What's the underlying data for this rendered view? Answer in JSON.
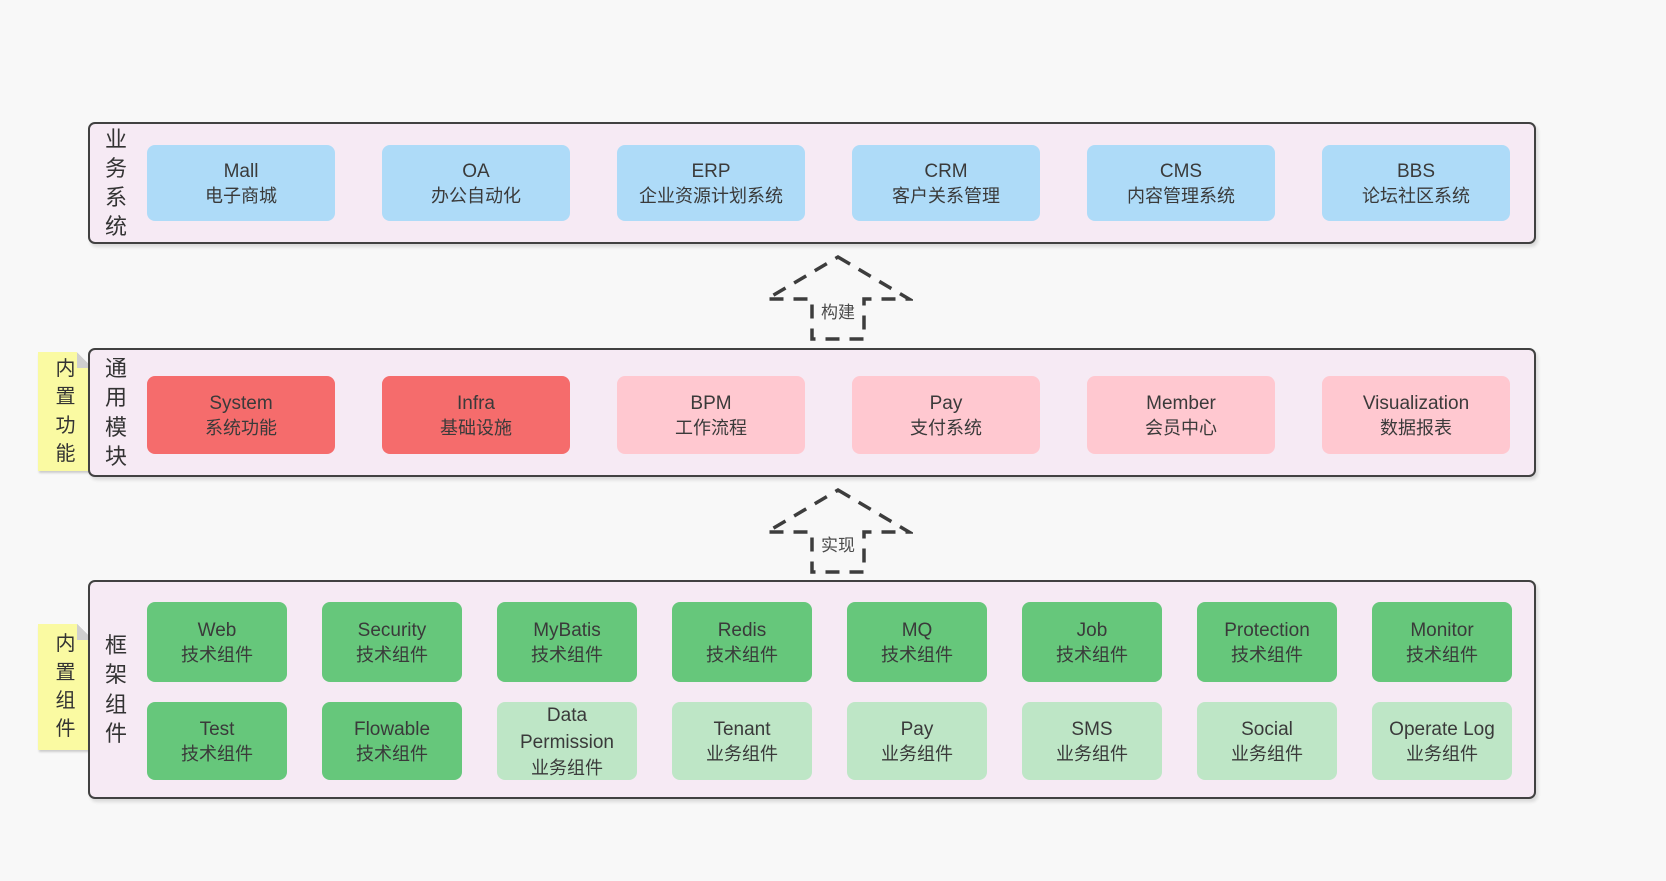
{
  "colors": {
    "page_bg": "#f8f8f8",
    "panel_bg": "#f6eaf4",
    "panel_border": "#414141",
    "blue_box": "#aedbf8",
    "red_box": "#f56c6c",
    "pink_box": "#ffc8d0",
    "green_box": "#66c77b",
    "light_green_box": "#bee6c6",
    "note_bg": "#fafaa2",
    "note_fold": "#cfcfcf",
    "text": "#3a3a3a"
  },
  "business_panel": {
    "side_label": "业务系统",
    "boxes": [
      {
        "name": "Mall",
        "subtitle": "电子商城"
      },
      {
        "name": "OA",
        "subtitle": "办公自动化"
      },
      {
        "name": "ERP",
        "subtitle": "企业资源计划系统"
      },
      {
        "name": "CRM",
        "subtitle": "客户关系管理"
      },
      {
        "name": "CMS",
        "subtitle": "内容管理系统"
      },
      {
        "name": "BBS",
        "subtitle": "论坛社区系统"
      }
    ]
  },
  "build_arrow": {
    "label": "构建"
  },
  "modules_panel": {
    "side_label": "通用模块",
    "sticky_note": "内置功能",
    "boxes": [
      {
        "name": "System",
        "subtitle": "系统功能",
        "variant": "red"
      },
      {
        "name": "Infra",
        "subtitle": "基础设施",
        "variant": "red"
      },
      {
        "name": "BPM",
        "subtitle": "工作流程",
        "variant": "pink"
      },
      {
        "name": "Pay",
        "subtitle": "支付系统",
        "variant": "pink"
      },
      {
        "name": "Member",
        "subtitle": "会员中心",
        "variant": "pink"
      },
      {
        "name": "Visualization",
        "subtitle": "数据报表",
        "variant": "pink"
      }
    ]
  },
  "implement_arrow": {
    "label": "实现"
  },
  "framework_panel": {
    "side_label": "框架组件",
    "sticky_note": "内置组件",
    "row1": [
      {
        "name": "Web",
        "subtitle": "技术组件"
      },
      {
        "name": "Security",
        "subtitle": "技术组件"
      },
      {
        "name": "MyBatis",
        "subtitle": "技术组件"
      },
      {
        "name": "Redis",
        "subtitle": "技术组件"
      },
      {
        "name": "MQ",
        "subtitle": "技术组件"
      },
      {
        "name": "Job",
        "subtitle": "技术组件"
      },
      {
        "name": "Protection",
        "subtitle": "技术组件"
      },
      {
        "name": "Monitor",
        "subtitle": "技术组件"
      }
    ],
    "row2": [
      {
        "name": "Test",
        "subtitle": "技术组件",
        "variant": "green"
      },
      {
        "name": "Flowable",
        "subtitle": "技术组件",
        "variant": "green"
      },
      {
        "name": "Data Permission",
        "subtitle": "业务组件",
        "variant": "light-green"
      },
      {
        "name": "Tenant",
        "subtitle": "业务组件",
        "variant": "light-green"
      },
      {
        "name": "Pay",
        "subtitle": "业务组件",
        "variant": "light-green"
      },
      {
        "name": "SMS",
        "subtitle": "业务组件",
        "variant": "light-green"
      },
      {
        "name": "Social",
        "subtitle": "业务组件",
        "variant": "light-green"
      },
      {
        "name": "Operate Log",
        "subtitle": "业务组件",
        "variant": "light-green"
      }
    ]
  }
}
